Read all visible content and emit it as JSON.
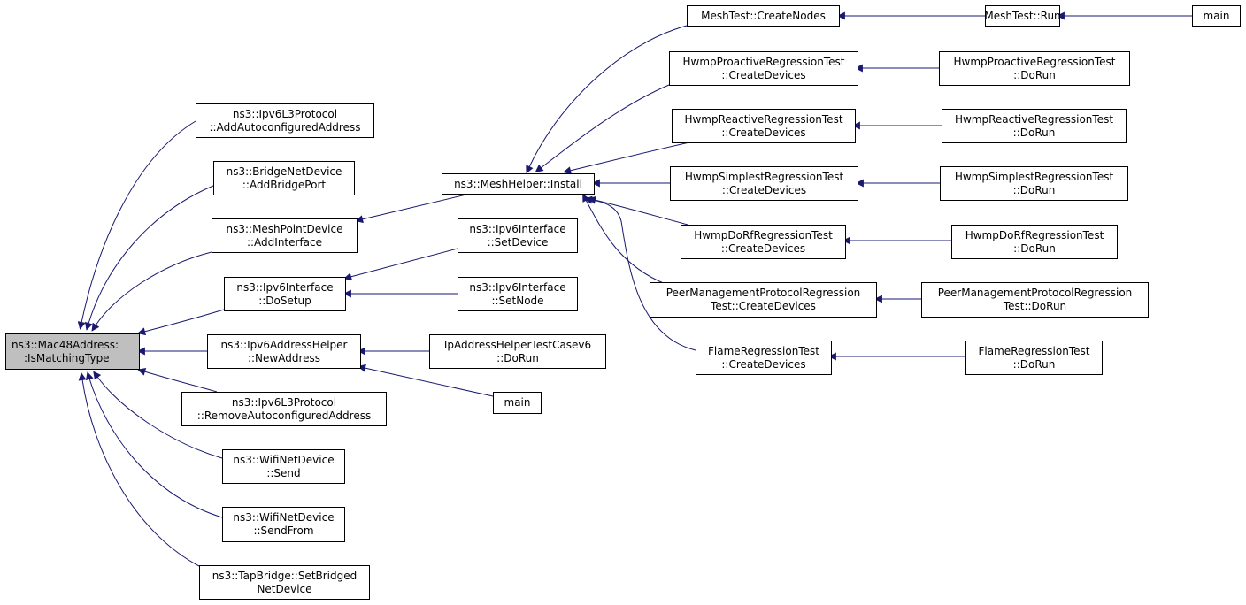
{
  "diagram": {
    "colors": {
      "edge": "#191970",
      "root_fill": "#bfbfbf",
      "node_border": "#000000"
    },
    "nodes": {
      "root": {
        "l1": "ns3::Mac48Address:",
        "l2": ":IsMatchingType"
      },
      "ipv6l3add": {
        "l1": "ns3::Ipv6L3Protocol",
        "l2": "::AddAutoconfiguredAddress"
      },
      "bridge": {
        "l1": "ns3::BridgeNetDevice",
        "l2": "::AddBridgePort"
      },
      "meshpt": {
        "l1": "ns3::MeshPointDevice",
        "l2": "::AddInterface"
      },
      "dosetup": {
        "l1": "ns3::Ipv6Interface",
        "l2": "::DoSetup"
      },
      "newaddr": {
        "l1": "ns3::Ipv6AddressHelper",
        "l2": "::NewAddress"
      },
      "remove": {
        "l1": "ns3::Ipv6L3Protocol",
        "l2": "::RemoveAutoconfiguredAddress"
      },
      "send": {
        "l1": "ns3::WifiNetDevice",
        "l2": "::Send"
      },
      "sendfrom": {
        "l1": "ns3::WifiNetDevice",
        "l2": "::SendFrom"
      },
      "tapbridge": {
        "l1": "ns3::TapBridge::SetBridged",
        "l2": "NetDevice"
      },
      "meshinstall": {
        "l1": "ns3::MeshHelper::Install"
      },
      "setdevice": {
        "l1": "ns3::Ipv6Interface",
        "l2": "::SetDevice"
      },
      "setnode": {
        "l1": "ns3::Ipv6Interface",
        "l2": "::SetNode"
      },
      "ipaddrtest": {
        "l1": "IpAddressHelperTestCasev6",
        "l2": "::DoRun"
      },
      "main1": {
        "l1": "main"
      },
      "createnodes": {
        "l1": "MeshTest::CreateNodes"
      },
      "hpro": {
        "l1": "HwmpProactiveRegressionTest",
        "l2": "::CreateDevices"
      },
      "hrea": {
        "l1": "HwmpReactiveRegressionTest",
        "l2": "::CreateDevices"
      },
      "hsim": {
        "l1": "HwmpSimplestRegressionTest",
        "l2": "::CreateDevices"
      },
      "hdorf": {
        "l1": "HwmpDoRfRegressionTest",
        "l2": "::CreateDevices"
      },
      "peer": {
        "l1": "PeerManagementProtocolRegression",
        "l2": "Test::CreateDevices"
      },
      "flame": {
        "l1": "FlameRegressionTest",
        "l2": "::CreateDevices"
      },
      "meshrun": {
        "l1": "MeshTest::Run"
      },
      "hpro_run": {
        "l1": "HwmpProactiveRegressionTest",
        "l2": "::DoRun"
      },
      "hrea_run": {
        "l1": "HwmpReactiveRegressionTest",
        "l2": "::DoRun"
      },
      "hsim_run": {
        "l1": "HwmpSimplestRegressionTest",
        "l2": "::DoRun"
      },
      "hdorf_run": {
        "l1": "HwmpDoRfRegressionTest",
        "l2": "::DoRun"
      },
      "peer_run": {
        "l1": "PeerManagementProtocolRegression",
        "l2": "Test::DoRun"
      },
      "flame_run": {
        "l1": "FlameRegressionTest",
        "l2": "::DoRun"
      },
      "main2": {
        "l1": "main"
      }
    }
  }
}
